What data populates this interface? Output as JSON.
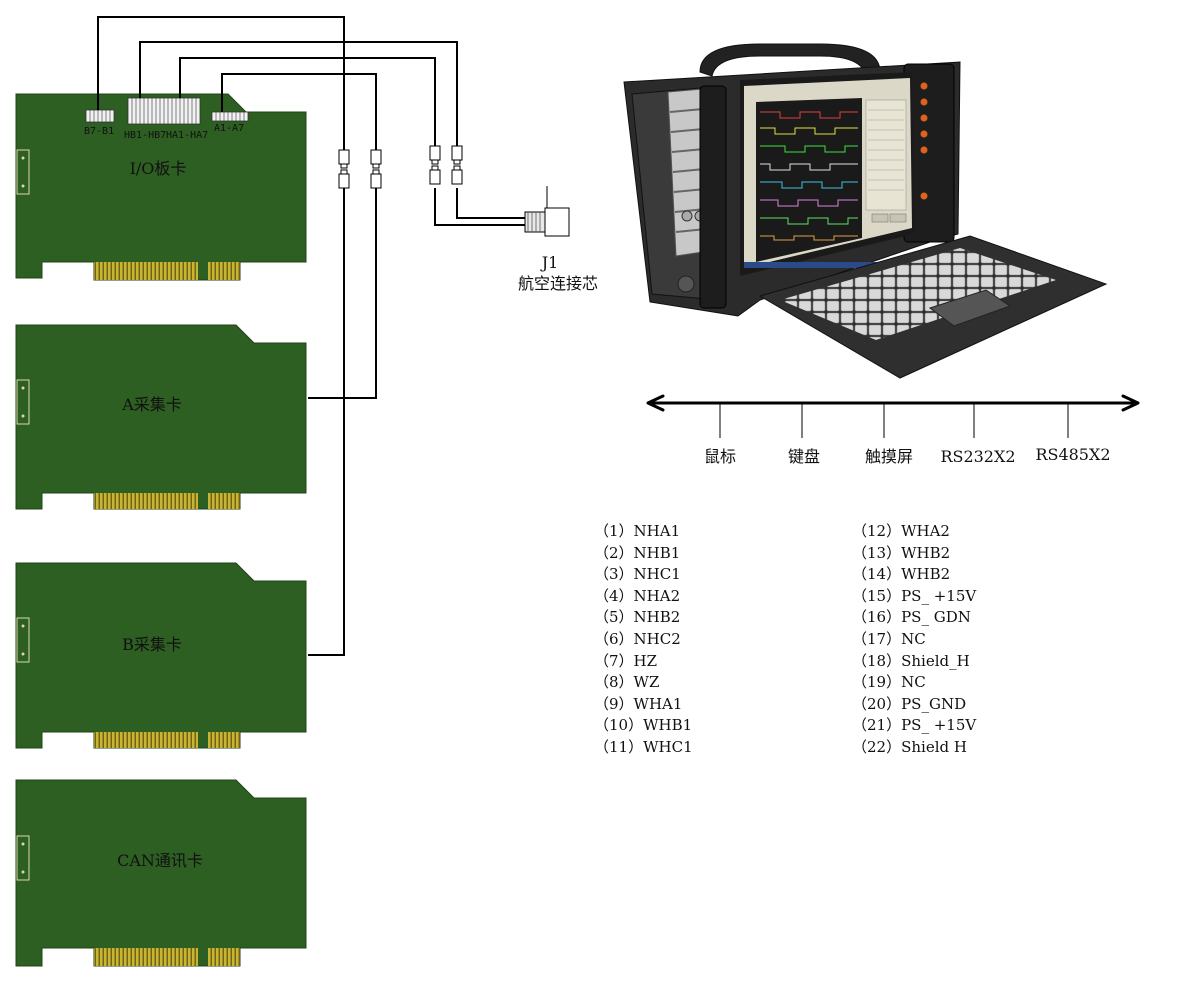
{
  "cards": {
    "io": {
      "label": "I/O板卡"
    },
    "a": {
      "label": "A采集卡"
    },
    "b": {
      "label": "B采集卡"
    },
    "can": {
      "label": "CAN通讯卡"
    }
  },
  "io_connectors": {
    "b7b1": "B7-B1",
    "hb": "HB1-HB7",
    "ha": "HA1-HA7",
    "a": "A1-A7"
  },
  "connector": {
    "id": "J1",
    "name": "航空连接芯"
  },
  "bus": {
    "labels": [
      "鼠标",
      "键盘",
      "触摸屏",
      "RS232X2",
      "RS485X2"
    ]
  },
  "pins_left": [
    "（1）NHA1",
    "（2）NHB1",
    "（3）NHC1",
    "（4）NHA2",
    "（5）NHB2",
    "（6）NHC2",
    "（7）HZ",
    "（8）WZ",
    "（9）WHA1",
    "（10）WHB1",
    "（11）WHC1"
  ],
  "pins_right": [
    "（12）WHA2",
    "（13）WHB2",
    "（14）WHB2",
    "（15）PS_ +15V",
    "（16）PS_ GDN",
    "（17）NC",
    "（18）Shield_H",
    "（19）NC",
    "（20）PS_GND",
    "（21）PS_ +15V",
    "（22）Shield H"
  ],
  "colors": {
    "pcb": "#2d5e22",
    "pcb_edge": "#1f4417",
    "gold": "#b8a62a",
    "wire": "#000000",
    "chassis": "#2a2a2a",
    "screen_bg": "#dcd8c8",
    "plot_bg": "#1a1a1a"
  }
}
